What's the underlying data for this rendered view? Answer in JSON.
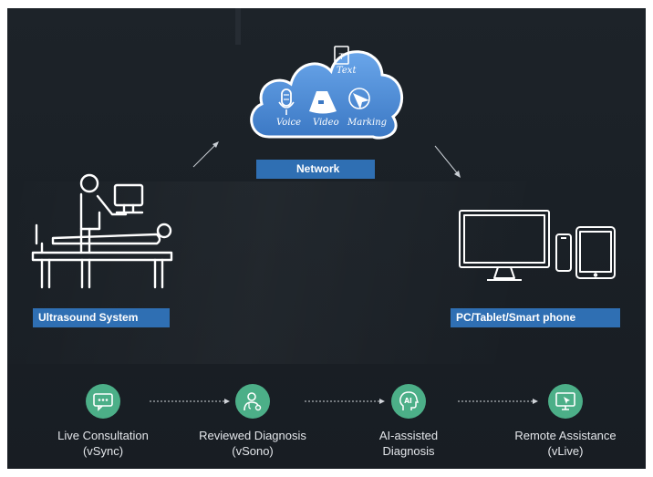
{
  "cloud": {
    "text_label": "Text",
    "voice_label": "Voice",
    "video_label": "Video",
    "marking_label": "Marking",
    "color": "#4f8ed8"
  },
  "nodes": {
    "network": "Network",
    "ultrasound": "Ultrasound System",
    "devices": "PC/Tablet/Smart phone"
  },
  "steps": [
    {
      "icon": "chat-icon",
      "line1": "Live Consultation",
      "line2": "(vSync)"
    },
    {
      "icon": "doctor-icon",
      "line1": "Reviewed Diagnosis",
      "line2": "(vSono)"
    },
    {
      "icon": "ai-head-icon",
      "line1": "AI-assisted",
      "line2": "Diagnosis"
    },
    {
      "icon": "monitor-cursor-icon",
      "line1": "Remote Assistance",
      "line2": "(vLive)"
    }
  ],
  "colors": {
    "background": "#1b2127",
    "label_blue": "#2f6fb3",
    "step_green": "#4caf88"
  }
}
